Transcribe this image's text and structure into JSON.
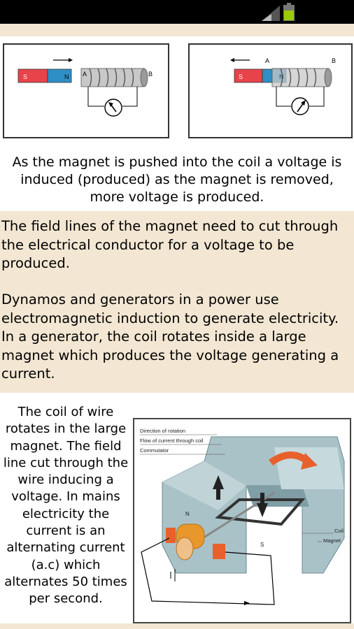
{
  "figure_top": {
    "left_labels": {
      "pole_s": "S",
      "pole_n": "N",
      "coil_a": "A",
      "coil_b": "B"
    },
    "right_labels": {
      "pole_s": "S",
      "pole_n": "N",
      "coil_a": "A",
      "coil_b": "B"
    }
  },
  "caption": "As the magnet is pushed into the coil a voltage is induced (produced) as the magnet is removed, more voltage is produced.",
  "paragraphs": [
    "The field lines of the magnet need to cut through the electrical conductor for a voltage to be produced.",
    "Dynamos and generators in a power use electromagnetic induction to generate electricity. In a generator, the coil rotates inside a large magnet which produces the voltage generating a current."
  ],
  "side_text": "The coil of wire rotates in the large magnet. The field line cut through the wire inducing a voltage. In mains electricity the current is an alternating current (a.c) which alternates 50 times per second.",
  "generator_figure": {
    "label_rotation": "Direction of rotation",
    "label_flow": "Flow of current through coil",
    "label_commutator": "Commutator",
    "label_coil": "Coil",
    "label_magnet": "Magnet",
    "pole_n": "N",
    "pole_s": "S"
  },
  "colors": {
    "band": "#f3e7d3",
    "magnet_red": "#e8434a",
    "magnet_blue": "#2e8fc6",
    "magnet_grey": "#a9c2c8",
    "commutator": "#e8972a",
    "arrow_orange": "#e8612c"
  }
}
